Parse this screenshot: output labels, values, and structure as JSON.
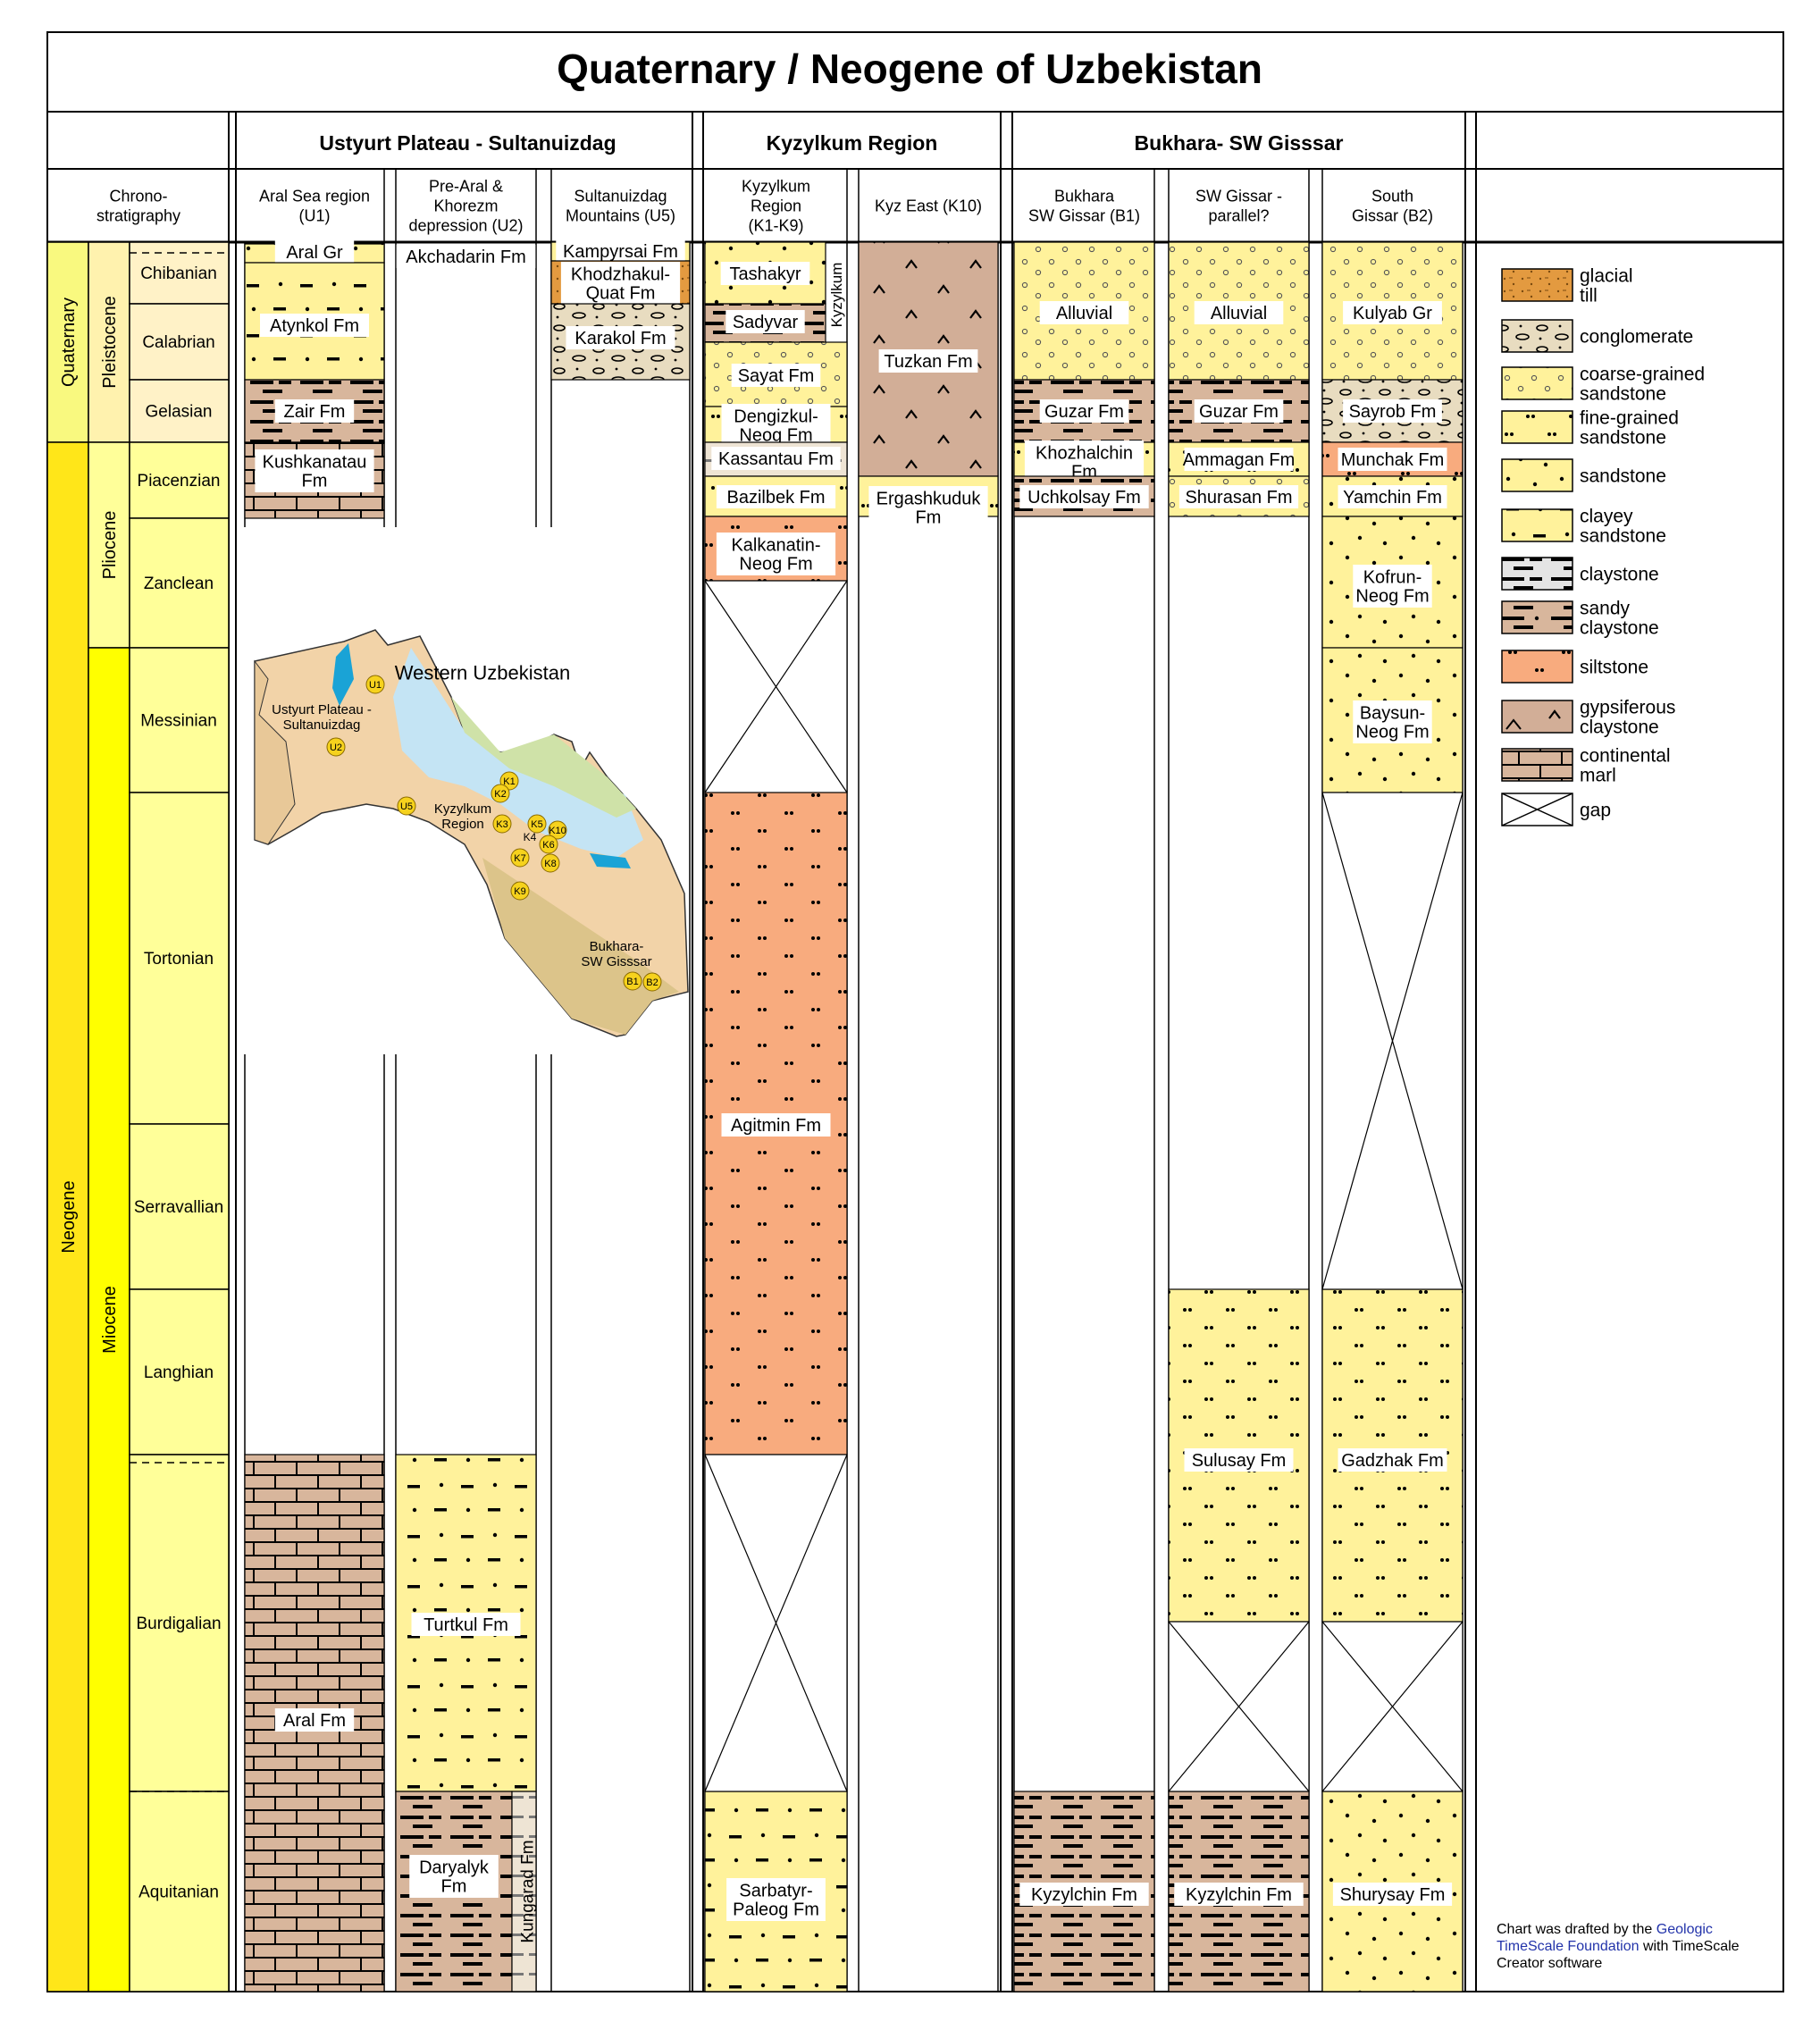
{
  "title": "Quaternary / Neogene of Uzbekistan",
  "headers": {
    "chrono": "Chrono-\nstratigraphy",
    "groups": [
      "Ustyurt Plateau - Sultanuizdag",
      "Kyzylkum Region",
      "Bukhara- SW Gisssar"
    ],
    "columns": [
      "Aral Sea region\n(U1)",
      "Pre-Aral &\nKhorezm\ndepression (U2)",
      "Sultanuizdag\nMountains (U5)",
      "Kyzylkum\nRegion\n(K1-K9)",
      "Kyz East (K10)",
      "Bukhara\nSW Gissar (B1)",
      "SW Gissar -\nparallel?",
      "South\nGissar (B2)"
    ]
  },
  "periods": [
    "Quaternary",
    "Neogene"
  ],
  "epochs": [
    "Pleistocene",
    "Pliocene",
    "Miocene"
  ],
  "stages": [
    "Chibanian",
    "Calabrian",
    "Gelasian",
    "Piacenzian",
    "Zanclean",
    "Messinian",
    "Tortonian",
    "Serravallian",
    "Langhian",
    "Burdigalian",
    "Aquitanian"
  ],
  "colors": {
    "quaternary": "#f9f97f",
    "neogene": "#ffe619",
    "pleistocene": "#fff2ae",
    "pliocene": "#ffff99",
    "miocene": "#ffff00",
    "stage_q": "#fff2c7",
    "stage_n": "#ffff99",
    "sandstone": "#fff29b",
    "claystone_brown": "#d8b69c",
    "siltstone": "#f8ab7e",
    "gypsum": "#d2ae97",
    "till": "#e39a40",
    "conglomerate": "#e8dcc0",
    "kassantau": "#e8e4cc"
  },
  "units": [
    {
      "col": 0,
      "name": "Aral Gr",
      "pattern": "sand"
    },
    {
      "col": 0,
      "name": "Atynkol Fm",
      "pattern": "sandy_clay"
    },
    {
      "col": 0,
      "name": "Zair Fm",
      "pattern": "clay"
    },
    {
      "col": 0,
      "name": "Kushkanatau\nFm",
      "pattern": "marl"
    },
    {
      "col": 0,
      "name": "Aral Fm",
      "pattern": "marl"
    },
    {
      "col": 1,
      "name": "Akchadarin Fm",
      "pattern": "blank"
    },
    {
      "col": 1,
      "name": "Turtkul Fm",
      "pattern": "sandy_clay"
    },
    {
      "col": 1,
      "name": "Daryalyk\nFm",
      "pattern": "clay"
    },
    {
      "col": 1,
      "name": "Kungarad Fm",
      "pattern": "clay_light"
    },
    {
      "col": 2,
      "name": "Kampyrsai Fm",
      "pattern": "sand"
    },
    {
      "col": 2,
      "name": "Khodzhakul-\nQuat Fm",
      "pattern": "till"
    },
    {
      "col": 2,
      "name": "Karakol Fm",
      "pattern": "congl"
    },
    {
      "col": 3,
      "name": "Tashakyr",
      "pattern": "sand"
    },
    {
      "col": 3,
      "name": "Sadyvar",
      "pattern": "clay"
    },
    {
      "col": 3,
      "name": "Kyzylkum",
      "pattern": "blank"
    },
    {
      "col": 3,
      "name": "Sayat Fm",
      "pattern": "coarse"
    },
    {
      "col": 3,
      "name": "Dengizkul-\nNeog Fm",
      "pattern": "fine"
    },
    {
      "col": 3,
      "name": "Kassantau Fm",
      "pattern": "clay_light"
    },
    {
      "col": 3,
      "name": "Bazilbek Fm",
      "pattern": "fine"
    },
    {
      "col": 3,
      "name": "Kalkanatin-\nNeog Fm",
      "pattern": "silt"
    },
    {
      "col": 3,
      "name": "Agitmin Fm",
      "pattern": "silt"
    },
    {
      "col": 3,
      "name": "Sarbatyr-\nPaleog Fm",
      "pattern": "sandy_clay"
    },
    {
      "col": 4,
      "name": "Tuzkan Fm",
      "pattern": "gyp"
    },
    {
      "col": 4,
      "name": "Ergashkuduk\nFm",
      "pattern": "fine"
    },
    {
      "col": 5,
      "name": "Alluvial",
      "pattern": "coarse"
    },
    {
      "col": 5,
      "name": "Guzar Fm",
      "pattern": "clay"
    },
    {
      "col": 5,
      "name": "Khozhalchin\nFm",
      "pattern": "fine"
    },
    {
      "col": 5,
      "name": "Uchkolsay Fm",
      "pattern": "clay"
    },
    {
      "col": 5,
      "name": "Kyzylchin Fm",
      "pattern": "clay"
    },
    {
      "col": 6,
      "name": "Alluvial",
      "pattern": "coarse"
    },
    {
      "col": 6,
      "name": "Guzar Fm",
      "pattern": "clay"
    },
    {
      "col": 6,
      "name": "Ammagan Fm",
      "pattern": "fine"
    },
    {
      "col": 6,
      "name": "Shurasan Fm",
      "pattern": "coarse"
    },
    {
      "col": 6,
      "name": "Sulusay Fm",
      "pattern": "fine"
    },
    {
      "col": 6,
      "name": "Kyzylchin Fm",
      "pattern": "clay"
    },
    {
      "col": 7,
      "name": "Kulyab Gr",
      "pattern": "coarse"
    },
    {
      "col": 7,
      "name": "Sayrob Fm",
      "pattern": "congl"
    },
    {
      "col": 7,
      "name": "Munchak Fm",
      "pattern": "silt"
    },
    {
      "col": 7,
      "name": "Yamchin Fm",
      "pattern": "sand"
    },
    {
      "col": 7,
      "name": "Kofrun-\nNeog Fm",
      "pattern": "sand"
    },
    {
      "col": 7,
      "name": "Baysun-\nNeog Fm",
      "pattern": "sand"
    },
    {
      "col": 7,
      "name": "Gadzhak Fm",
      "pattern": "fine"
    },
    {
      "col": 7,
      "name": "Shurysay Fm",
      "pattern": "sand"
    }
  ],
  "legend": [
    {
      "label": "glacial\ntill",
      "pattern": "till"
    },
    {
      "label": "conglomerate",
      "pattern": "congl"
    },
    {
      "label": "coarse-grained\nsandstone",
      "pattern": "coarse"
    },
    {
      "label": "fine-grained\nsandstone",
      "pattern": "fine"
    },
    {
      "label": "sandstone",
      "pattern": "sand"
    },
    {
      "label": "clayey\nsandstone",
      "pattern": "sandy_clay"
    },
    {
      "label": "claystone",
      "pattern": "clay_grey"
    },
    {
      "label": "sandy\nclaystone",
      "pattern": "sandyclaystone"
    },
    {
      "label": "siltstone",
      "pattern": "silt"
    },
    {
      "label": "gypsiferous\nclaystone",
      "pattern": "gyp"
    },
    {
      "label": "continental\nmarl",
      "pattern": "marl"
    },
    {
      "label": "gap",
      "pattern": "gap"
    }
  ],
  "map": {
    "title": "Western Uzbekistan",
    "labels": [
      "Ustyurt Plateau -\nSultanuizdag",
      "Kyzylkum\nRegion",
      "Bukhara-\nSW Gisssar"
    ],
    "markers": [
      "U1",
      "U2",
      "U5",
      "K1",
      "K2",
      "K3",
      "K4",
      "K5",
      "K10",
      "K6",
      "K7",
      "K8",
      "K9",
      "B1",
      "B2"
    ]
  },
  "credit": {
    "pre": "Chart was drafted by the ",
    "link": "Geologic TimeScale Foundation",
    "post": " with TimeScale Creator software"
  }
}
